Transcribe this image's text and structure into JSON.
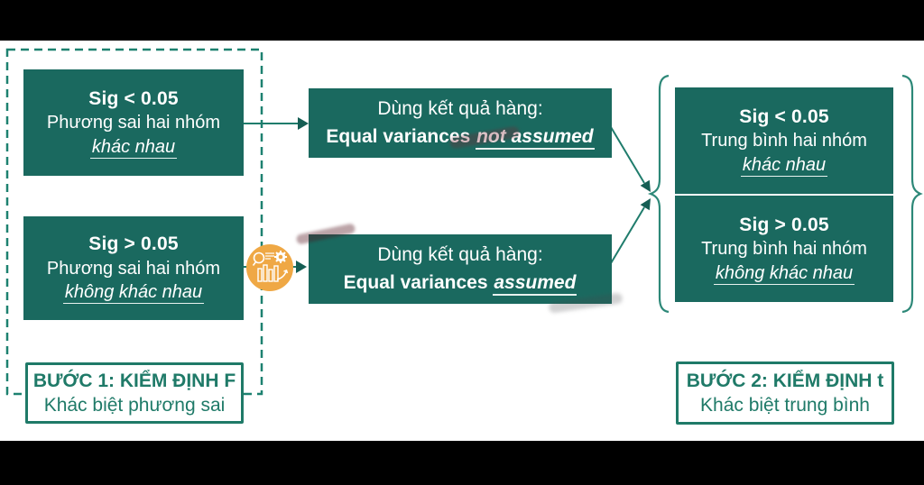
{
  "palette": {
    "box_fill": "#1a695f",
    "line_teal": "#1f7c6c",
    "label_teal": "#1f7a68",
    "brace_teal": "#2d8878",
    "letterbox_black": "#000000",
    "logo_orange": "#efa845",
    "text_white": "#ffffff"
  },
  "step1": {
    "boxes": [
      {
        "sig": "Sig < 0.05",
        "line2": "Phương sai hai nhóm",
        "line3": "khác nhau"
      },
      {
        "sig": "Sig > 0.05",
        "line2": "Phương sai hai nhóm",
        "line3": "không khác nhau"
      }
    ],
    "label": {
      "title": "BƯỚC 1: KIỂM ĐỊNH F",
      "subtitle": "Khác biệt phương sai"
    }
  },
  "middle": {
    "boxes": [
      {
        "line1": "Dùng kết quả hàng:",
        "line2_prefix": "Equal variances",
        "line2_emph": "not assumed"
      },
      {
        "line1": "Dùng kết quả hàng:",
        "line2_prefix": "Equal variances",
        "line2_emph": "assumed"
      }
    ]
  },
  "step2": {
    "boxes": [
      {
        "sig": "Sig < 0.05",
        "line2": "Trung bình hai nhóm",
        "line3": "khác nhau"
      },
      {
        "sig": "Sig > 0.05",
        "line2": "Trung bình hai nhóm",
        "line3": "không khác nhau"
      }
    ],
    "label": {
      "title": "BƯỚC 2: KIỂM ĐỊNH t",
      "subtitle": "Khác biệt trung bình"
    }
  },
  "logo": {
    "icons": [
      "magnifier-icon",
      "bar-chart-icon",
      "gear-icon",
      "curve-arrow-icon"
    ]
  }
}
